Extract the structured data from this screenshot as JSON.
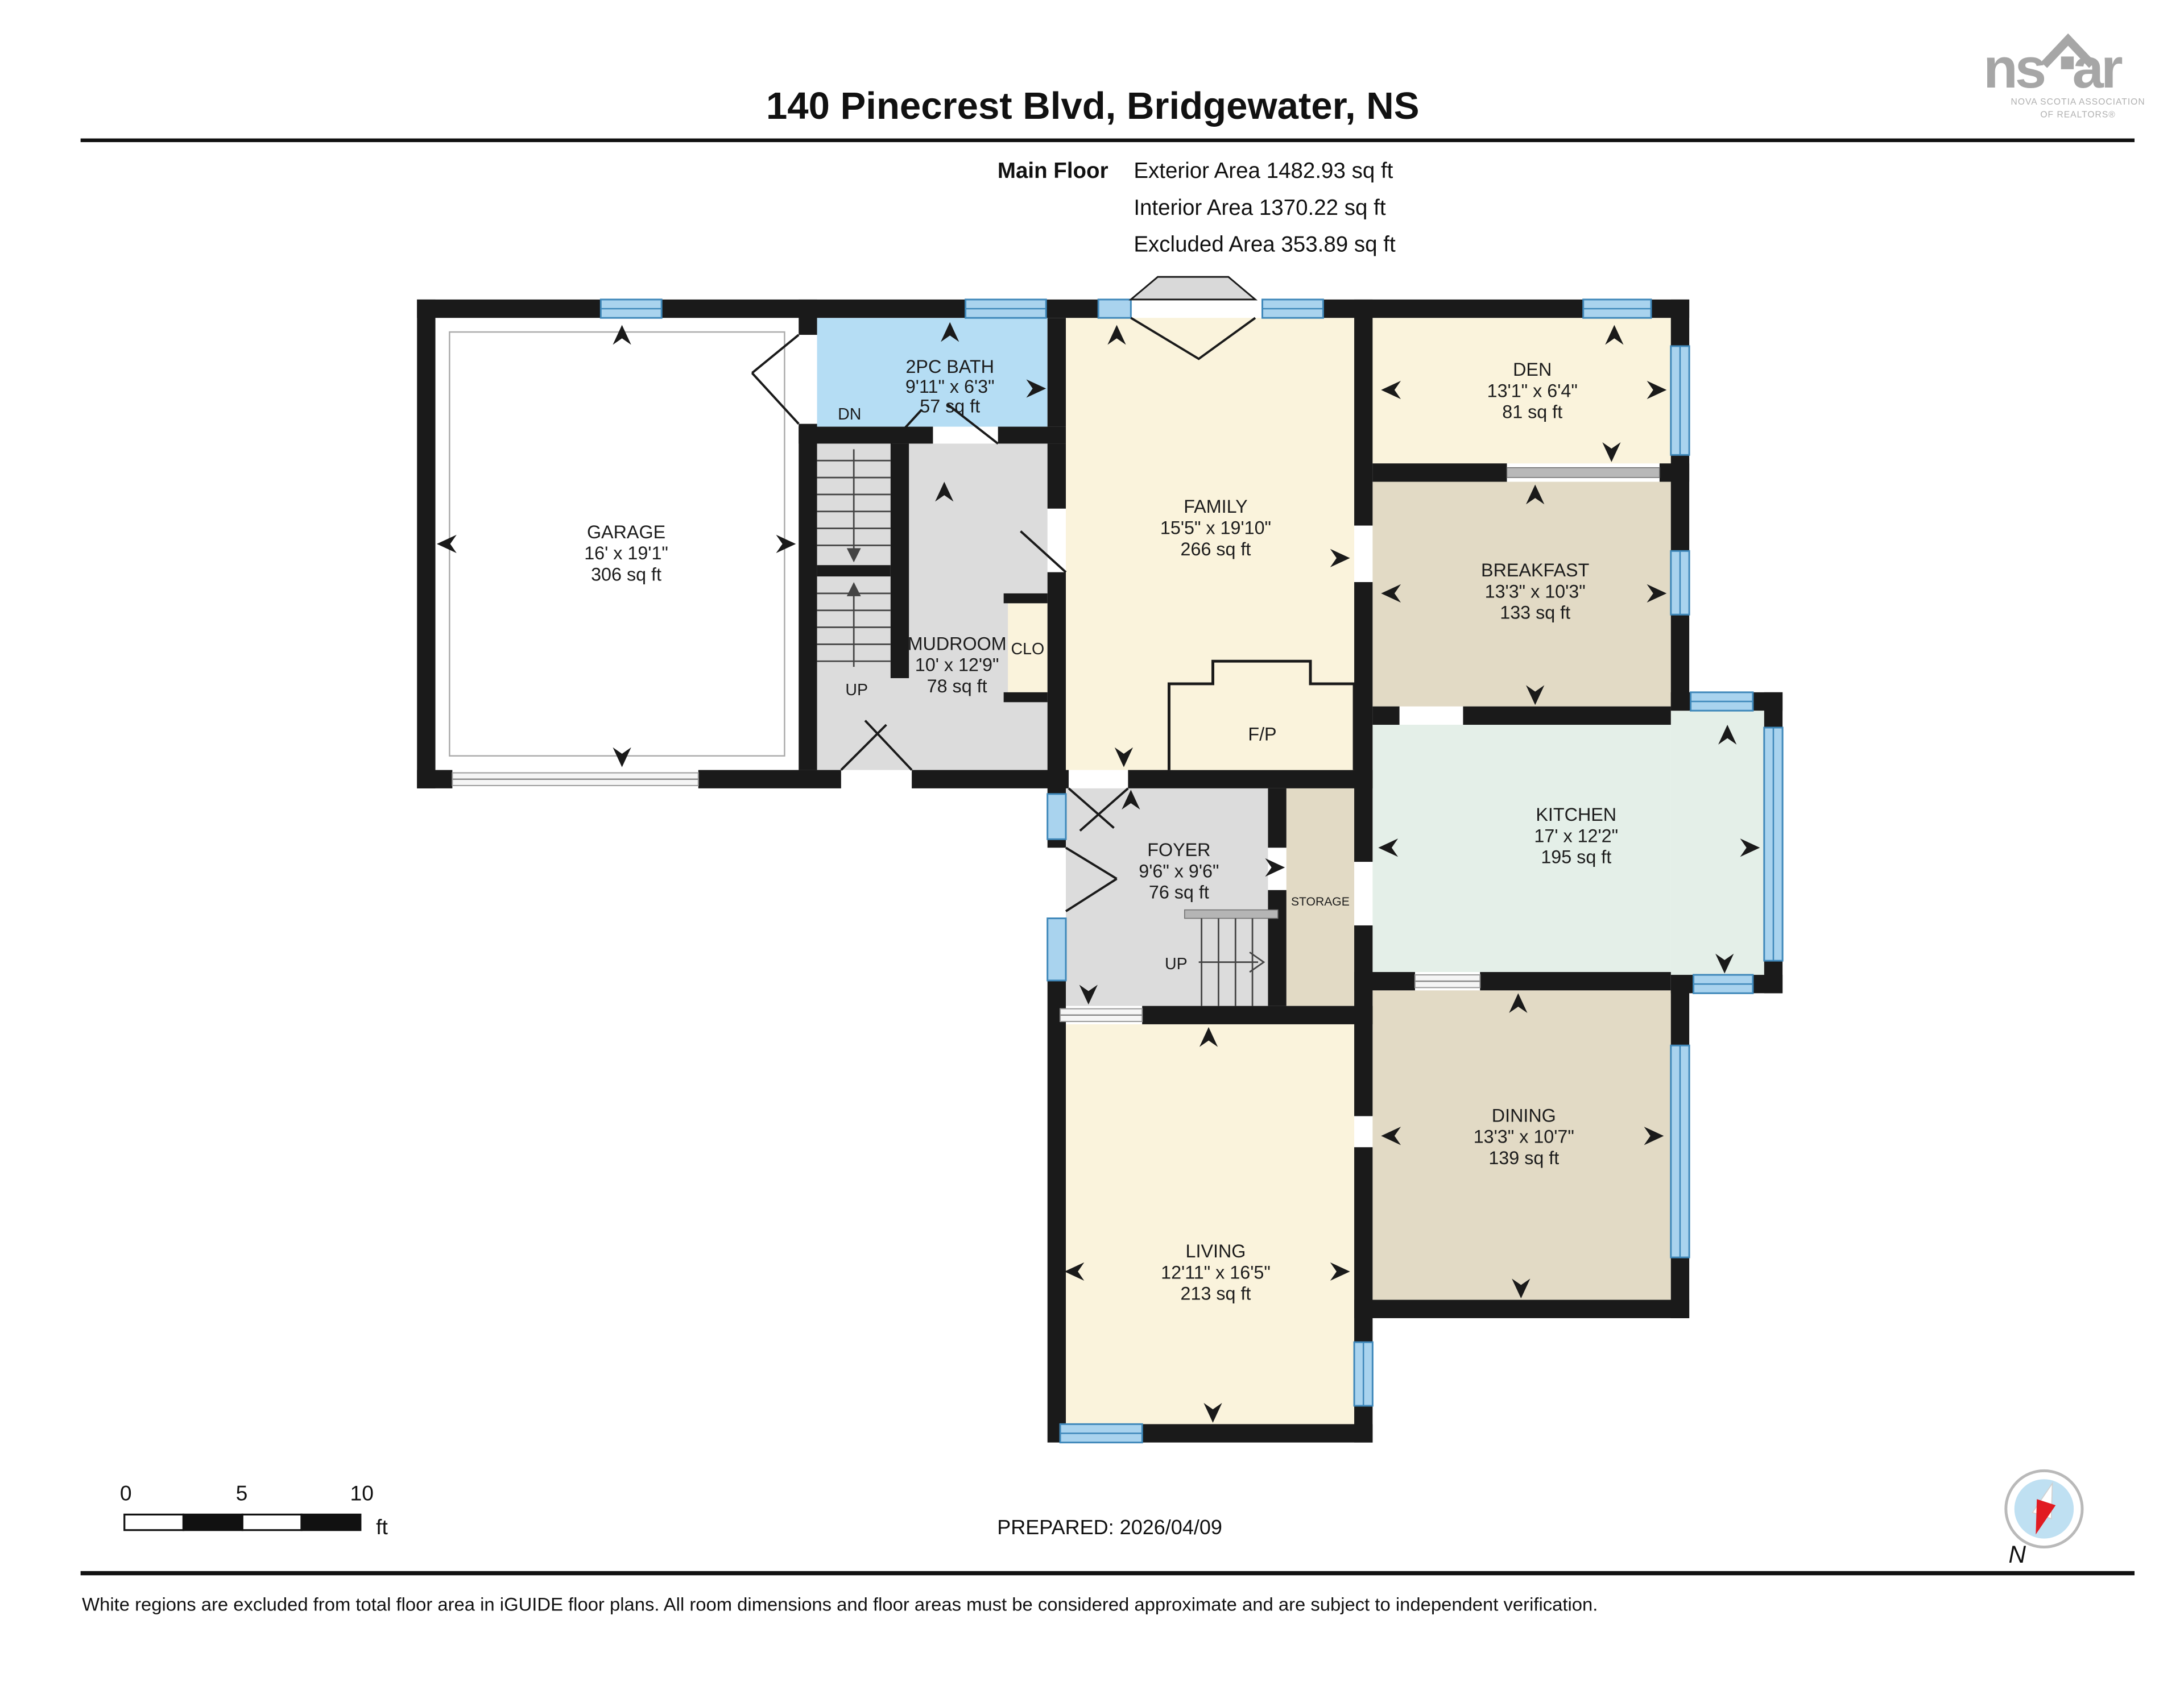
{
  "header": {
    "title": "140 Pinecrest Blvd, Bridgewater, NS",
    "floor_label": "Main Floor",
    "exterior_area": "Exterior Area 1482.93 sq ft",
    "interior_area": "Interior Area 1370.22 sq ft",
    "excluded_area": "Excluded Area 353.89 sq ft"
  },
  "logo": {
    "brand_left": "ns",
    "brand_right": "ar",
    "caption_line1": "NOVA SCOTIA ASSOCIATION",
    "caption_line2": "OF REALTORS®"
  },
  "rooms": {
    "garage": {
      "name": "GARAGE",
      "dims": "16' x 19'1\"",
      "area": "306 sq ft"
    },
    "bath": {
      "name": "2PC BATH",
      "dims": "9'11\" x 6'3\"",
      "area": "57 sq ft"
    },
    "family": {
      "name": "FAMILY",
      "dims": "15'5\" x 19'10\"",
      "area": "266 sq ft"
    },
    "den": {
      "name": "DEN",
      "dims": "13'1\" x 6'4\"",
      "area": "81 sq ft"
    },
    "breakfast": {
      "name": "BREAKFAST",
      "dims": "13'3\" x 10'3\"",
      "area": "133 sq ft"
    },
    "kitchen": {
      "name": "KITCHEN",
      "dims": "17' x 12'2\"",
      "area": "195 sq ft"
    },
    "mudroom": {
      "name": "MUDROOM",
      "dims": "10' x 12'9\"",
      "area": "78 sq ft"
    },
    "closet": {
      "name": "CLO"
    },
    "foyer": {
      "name": "FOYER",
      "dims": "9'6\" x 9'6\"",
      "area": "76 sq ft"
    },
    "storage": {
      "name": "STORAGE"
    },
    "living": {
      "name": "LIVING",
      "dims": "12'11\" x 16'5\"",
      "area": "213 sq ft"
    },
    "dining": {
      "name": "DINING",
      "dims": "13'3\" x 10'7\"",
      "area": "139 sq ft"
    },
    "fireplace": {
      "name": "F/P"
    },
    "stairs_dn": {
      "label": "DN"
    },
    "stairs_up_garage": {
      "label": "UP"
    },
    "stairs_up_foyer": {
      "label": "UP"
    }
  },
  "scale_bar": {
    "tick0": "0",
    "tick5": "5",
    "tick10": "10",
    "unit": "ft"
  },
  "prepared": "PREPARED: 2026/04/09",
  "compass": {
    "north_label": "N"
  },
  "footer": "White regions are excluded from total floor area in iGUIDE floor plans. All room dimensions and floor areas must be considered approximate and are subject to independent verification.",
  "colors": {
    "wall": "#1a1a1a",
    "window_blue": "#a9d3ee",
    "garage_fill": "#ffffff",
    "bath_fill": "#b5ddf4",
    "cream_fill": "#faf3dc",
    "tan_fill": "#e2dac5",
    "kitchen_fill": "#e4efe8",
    "gray_fill": "#dcdcdc",
    "compass_red": "#e11b22"
  }
}
